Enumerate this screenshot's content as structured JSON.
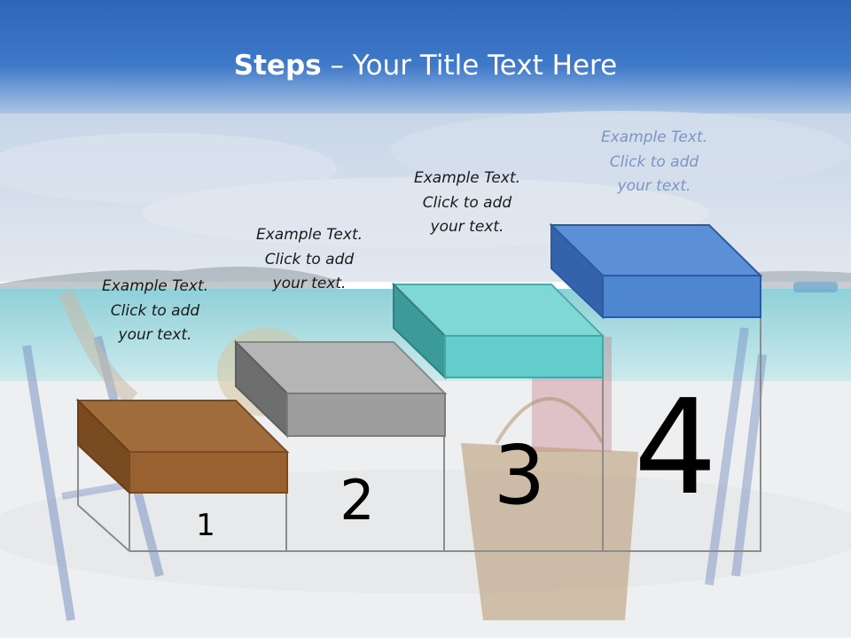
{
  "slide": {
    "title_bold": "Steps",
    "title_rest": " – Your Title Text Here",
    "steps": [
      {
        "number": "1",
        "text": [
          "Example Text.",
          "Click  to add",
          "your text."
        ]
      },
      {
        "number": "2",
        "text": [
          "Example Text.",
          "Click  to add",
          "your text."
        ]
      },
      {
        "number": "3",
        "text": [
          "Example Text.",
          "Click  to add",
          "your text."
        ]
      },
      {
        "number": "4",
        "text": [
          "Example Text.",
          "Click  to add",
          "your text."
        ]
      }
    ]
  },
  "colors": {
    "sky_top": "#3b72c2",
    "sea": "#a9dbe0",
    "sand": "#f1f2f2",
    "step_1": "#9a6130",
    "step_2": "#9e9e9e",
    "step_3": "#63cdcc",
    "step_4": "#4f86d0"
  }
}
